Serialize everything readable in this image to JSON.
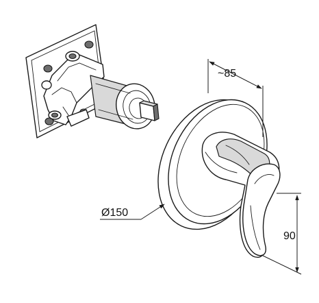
{
  "dimensions": {
    "depth_label": "~85",
    "diameter_label": "Ø150",
    "height_label": "90"
  },
  "colors": {
    "line": "#1a1a1a",
    "shade": "#d9d9d9",
    "background": "#ffffff"
  }
}
